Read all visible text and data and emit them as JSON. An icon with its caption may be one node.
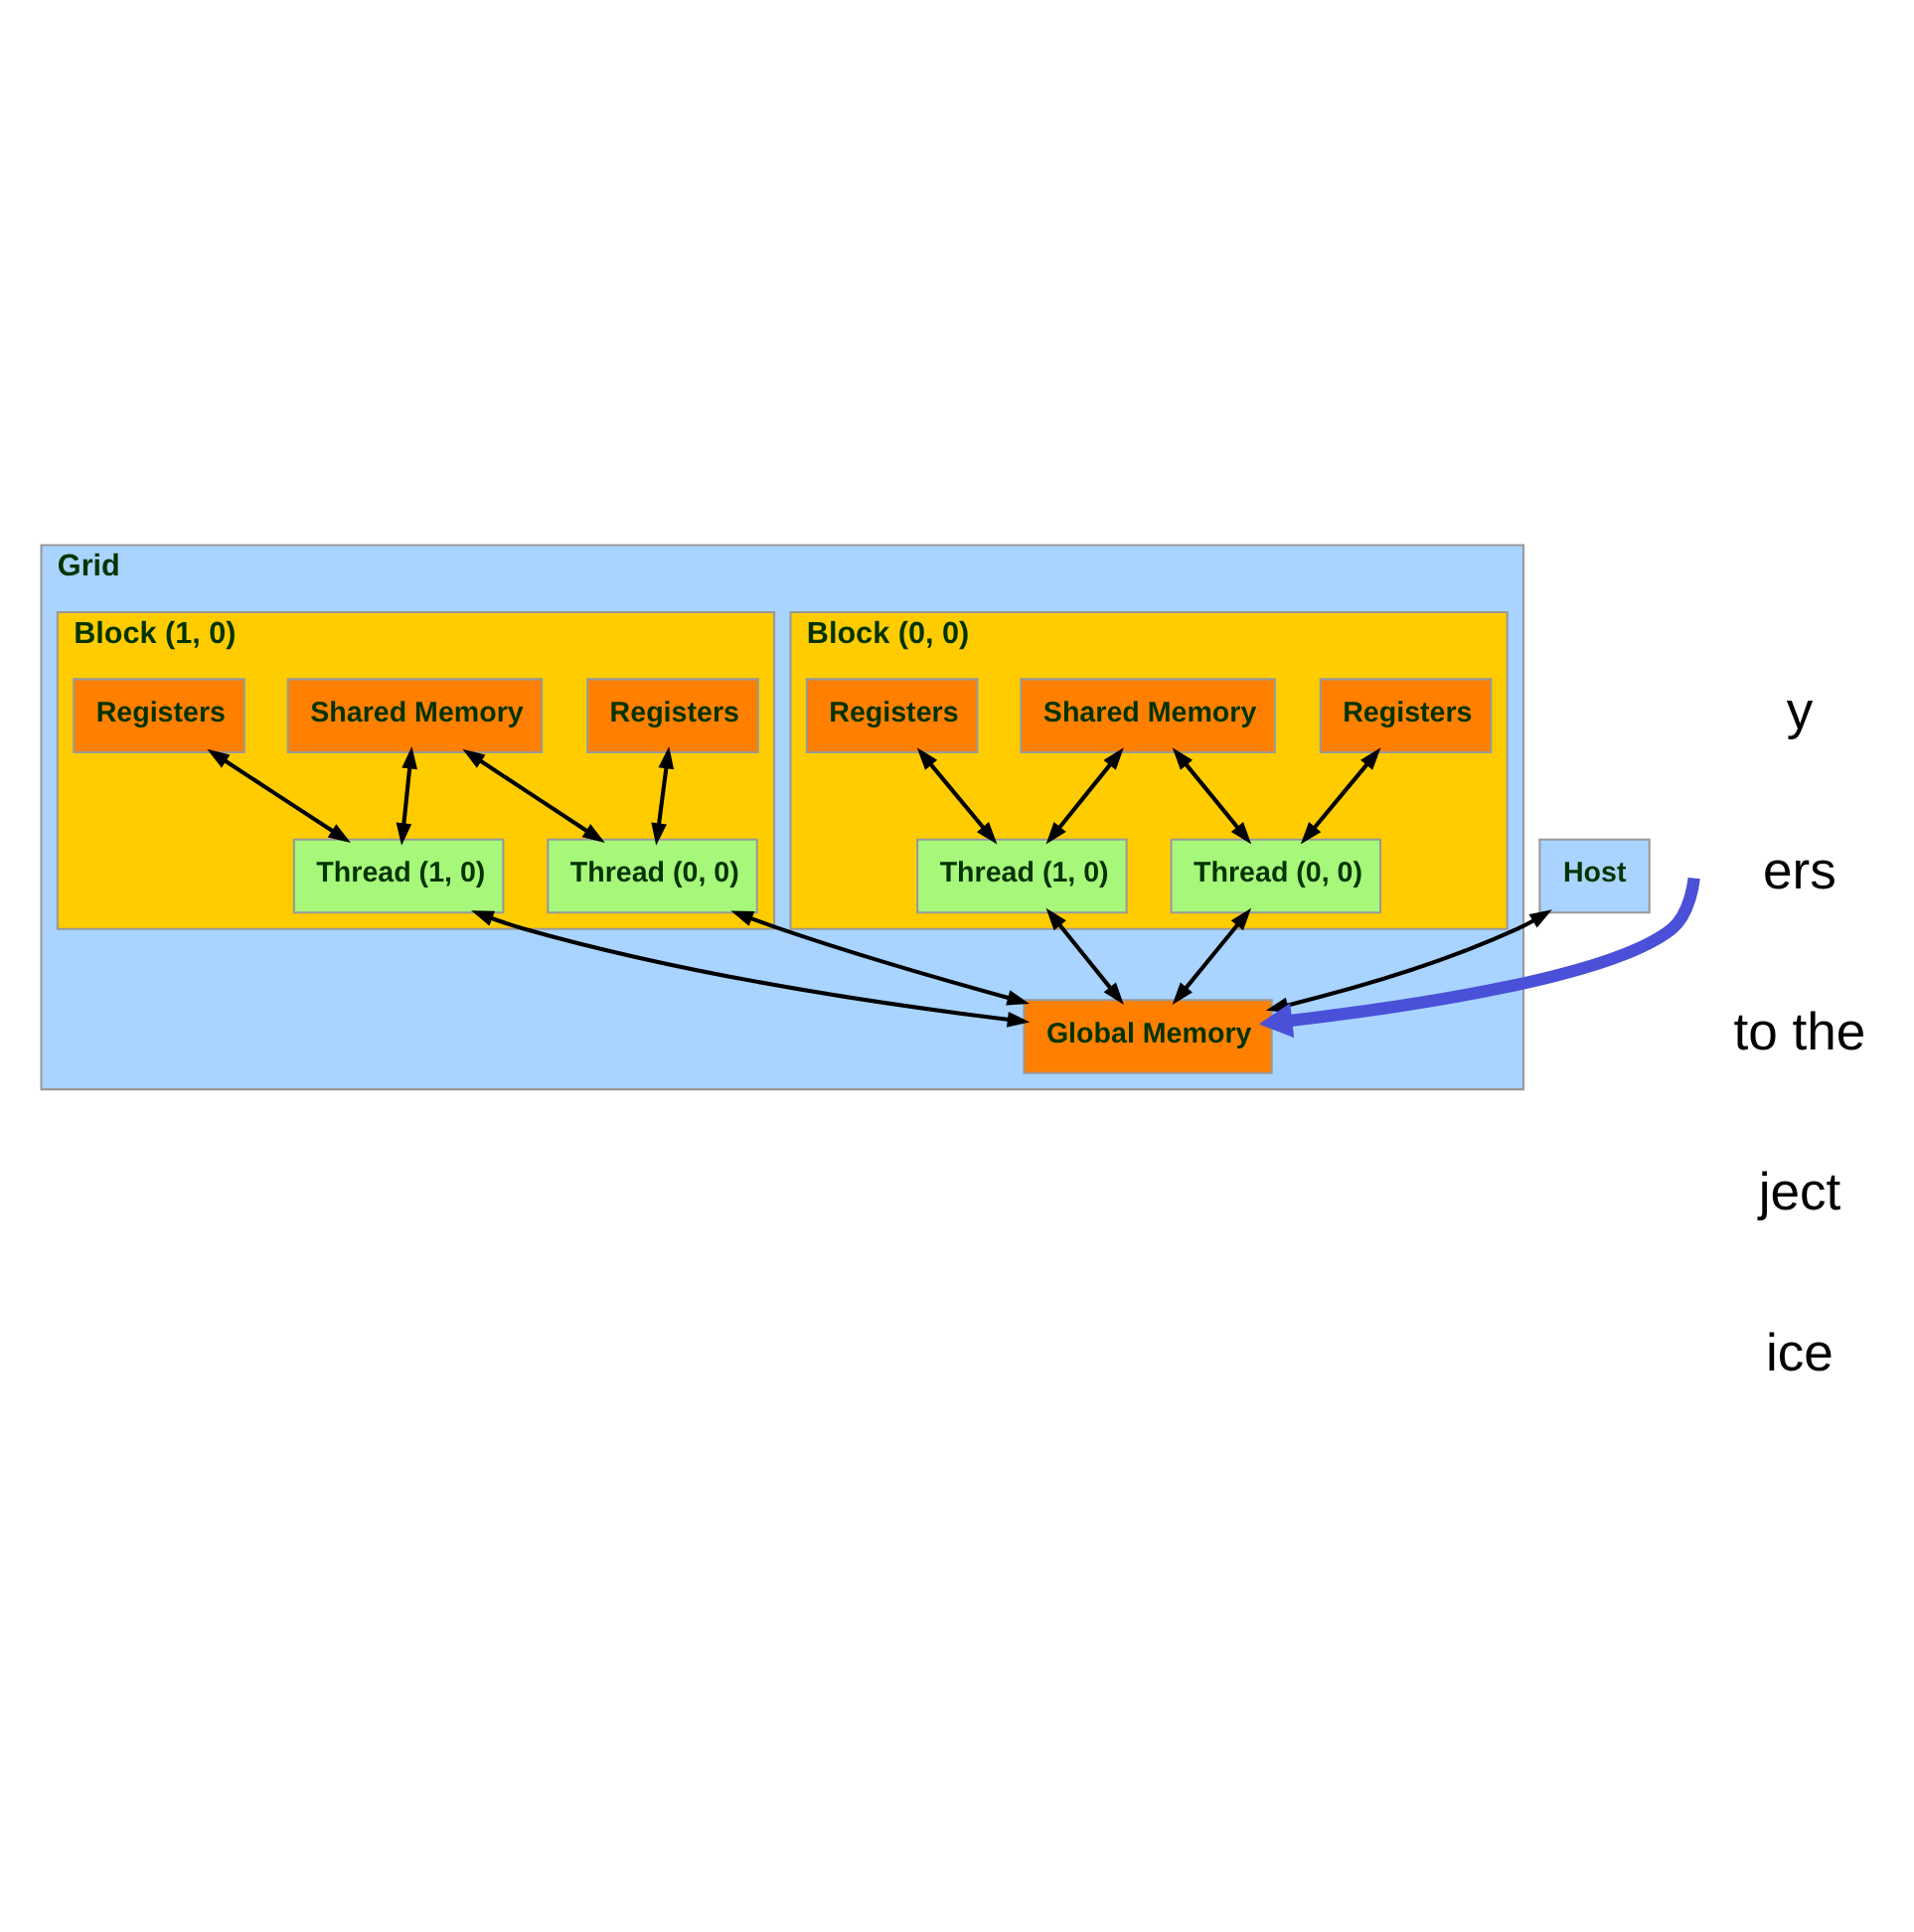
{
  "diagram": {
    "nodes": [
      {
        "text": [
          "Grid"
        ]
      },
      {
        "text": [
          "Block (0, 0)"
        ],
        "in": 0
      },
      {
        "text": [
          "Shared Memory"
        ],
        "in": 1
      },
      {
        "text": [
          "Registers"
        ],
        "in": 1
      },
      {
        "text": [
          "Registers"
        ],
        "in": 1
      },
      {
        "text": [
          "Thread (0, 0)"
        ],
        "in": 1
      },
      {
        "text": [
          "Thread (1, 0)"
        ],
        "in": 1
      },
      {
        "text": [
          "Block (1, 0)"
        ],
        "in": 0
      },
      {
        "text": [
          "Shared Memory"
        ],
        "in": 7
      },
      {
        "text": [
          "Registers"
        ],
        "in": 7
      },
      {
        "text": [
          "Registers"
        ],
        "in": 7
      },
      {
        "text": [
          "Thread (0, 0)"
        ],
        "in": 7
      },
      {
        "text": [
          "Thread (1, 0)"
        ],
        "in": 7
      },
      {
        "text": [
          "Global Memory"
        ],
        "in": 0
      },
      {
        "text": [
          "Host"
        ]
      }
    ],
    "edges": [
      {
        "from": 3,
        "to": 5,
        "arrow": "both"
      },
      {
        "from": 2,
        "to": 5,
        "arrow": "both"
      },
      {
        "from": 4,
        "to": 6,
        "arrow": "both"
      },
      {
        "from": 2,
        "to": 6,
        "arrow": "both"
      },
      {
        "from": 9,
        "to": 11,
        "arrow": "both"
      },
      {
        "from": 8,
        "to": 11,
        "arrow": "both"
      },
      {
        "from": 10,
        "to": 12,
        "arrow": "both"
      },
      {
        "from": 8,
        "to": 12,
        "arrow": "both"
      },
      {
        "from": 5,
        "to": 13,
        "arrow": "both"
      },
      {
        "from": 6,
        "to": 13,
        "arrow": "both"
      },
      {
        "from": 11,
        "to": 13,
        "arrow": "both"
      },
      {
        "from": 12,
        "to": 13,
        "arrow": "both"
      },
      {
        "from": 14,
        "to": 13,
        "arrow": "both"
      },
      {
        "from": null,
        "to": 13,
        "arrow": "to",
        "style": "thick",
        "color": "#4a50d8"
      }
    ],
    "labels": [
      "y",
      "ers",
      "to the",
      "ject",
      "ice"
    ]
  }
}
